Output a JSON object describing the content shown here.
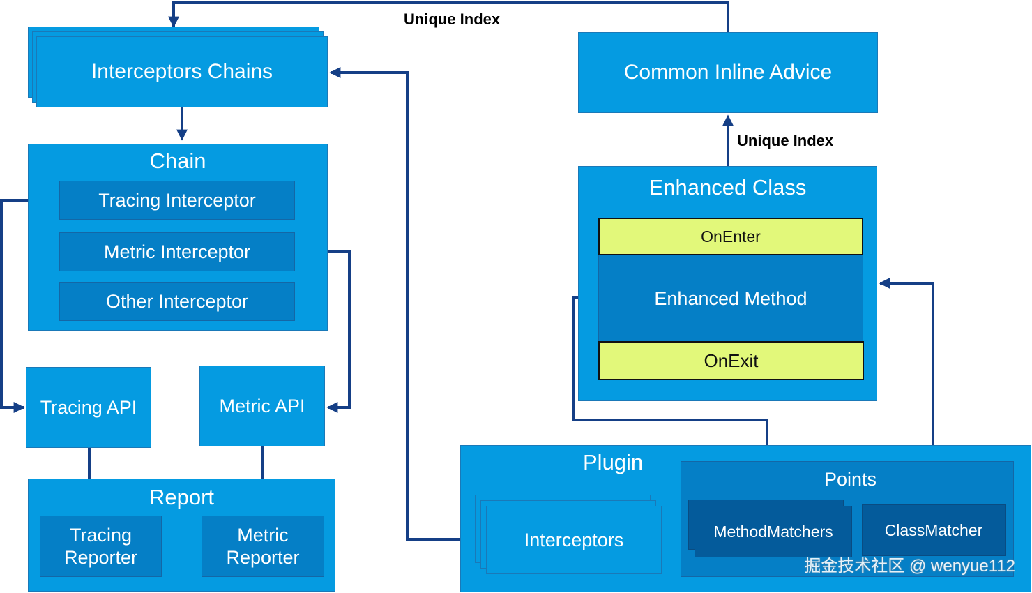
{
  "edges": {
    "top_index_label": "Unique Index",
    "mid_index_label": "Unique Index"
  },
  "interceptors_chains": {
    "label": "Interceptors Chains"
  },
  "common_inline_advice": {
    "label": "Common Inline Advice"
  },
  "chain": {
    "title": "Chain",
    "items": [
      "Tracing Interceptor",
      "Metric Interceptor",
      "Other Interceptor"
    ]
  },
  "enhanced_class": {
    "title": "Enhanced Class",
    "on_enter": "OnEnter",
    "method": "Enhanced Method",
    "on_exit": "OnExit"
  },
  "tracing_api": {
    "label": "Tracing API"
  },
  "metric_api": {
    "label": "Metric API"
  },
  "report": {
    "title": "Report",
    "tracing_reporter": "Tracing\nReporter",
    "metric_reporter": "Metric\nReporter"
  },
  "plugin": {
    "title": "Plugin",
    "interceptors": "Interceptors",
    "points_title": "Points",
    "method_matchers": "MethodMatchers",
    "class_matcher": "ClassMatcher"
  },
  "watermark": "掘金技术社区 @ wenyue112",
  "colors": {
    "box": "#059be1",
    "inner": "#057fc6",
    "dark": "#045b9b",
    "highlight": "#e2f87a",
    "connector": "#153f86"
  }
}
